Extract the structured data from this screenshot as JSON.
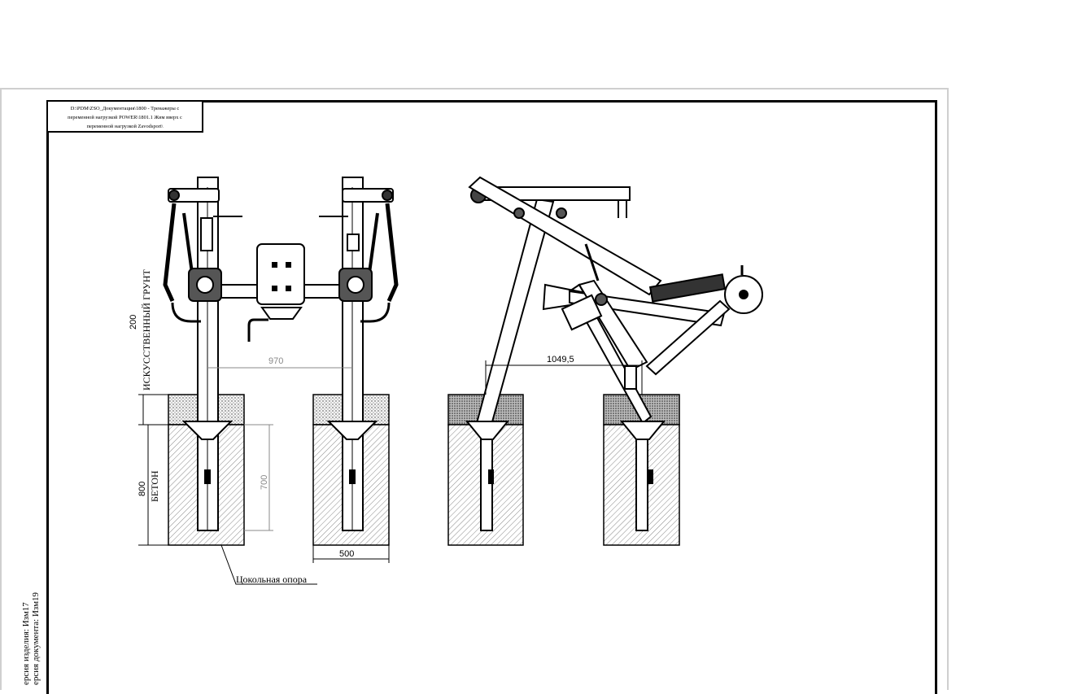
{
  "title_block": {
    "lines": [
      "D:\\PDM\\ZSO_Документация\\1800 - Тренажеры с",
      "переменной нагрузкой POWER\\1801.1 Жим вверх с",
      "переменной нагрузкой Zavodsport\\"
    ]
  },
  "dimensions": {
    "artificial_ground_depth": "200",
    "concrete_depth": "800",
    "post_embed_depth": "700",
    "front_post_spacing": "970",
    "side_post_spacing": "1049,5",
    "footing_width": "500"
  },
  "labels": {
    "artificial_ground": "ИСКУССТВЕННЫЙ ГРУНТ",
    "concrete": "БЕТОН",
    "base_support": "Цокольная опора"
  },
  "side_notes": {
    "line1": "ерсия изделия: Изм17",
    "line2": "ерсия документа: Изм19"
  },
  "colors": {
    "line": "#000000",
    "dimension": "#888888",
    "sheet_border": "#cfcfcf"
  }
}
